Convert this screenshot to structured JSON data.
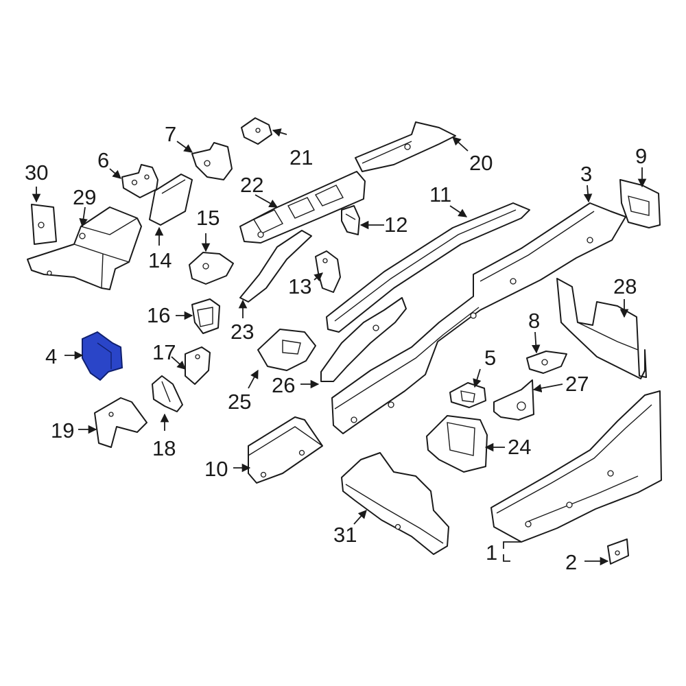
{
  "diagram": {
    "highlight_color": "#2a45c8",
    "line_color": "#1a1a1a",
    "callouts": {
      "c1": "1",
      "c2": "2",
      "c3": "3",
      "c4": "4",
      "c5": "5",
      "c6": "6",
      "c7": "7",
      "c8": "8",
      "c9": "9",
      "c10": "10",
      "c11": "11",
      "c12": "12",
      "c13": "13",
      "c14": "14",
      "c15": "15",
      "c16": "16",
      "c17": "17",
      "c18": "18",
      "c19": "19",
      "c20": "20",
      "c21": "21",
      "c22": "22",
      "c23": "23",
      "c24": "24",
      "c25": "25",
      "c26": "26",
      "c27": "27",
      "c28": "28",
      "c29": "29",
      "c30": "30",
      "c31": "31"
    },
    "highlighted_part": "4"
  }
}
